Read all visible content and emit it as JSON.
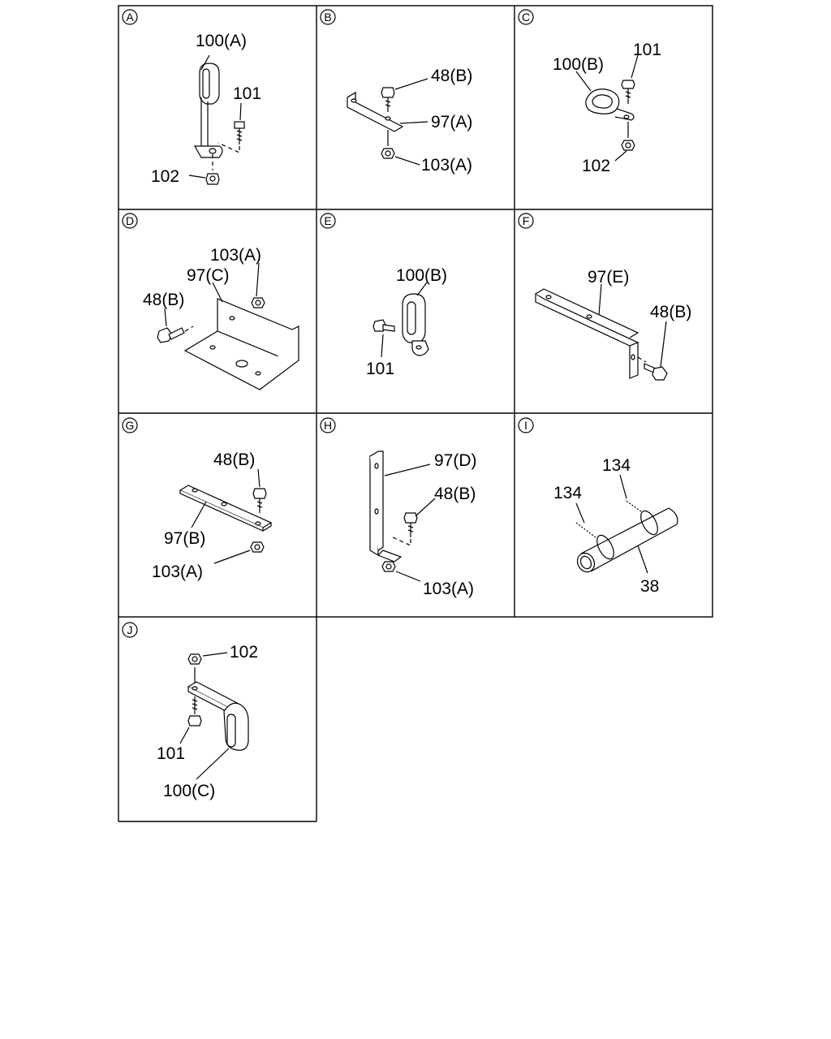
{
  "panels": [
    {
      "id": "A",
      "letter": "A",
      "labels": [
        "100(A)",
        "101",
        "102"
      ]
    },
    {
      "id": "B",
      "letter": "B",
      "labels": [
        "48(B)",
        "97(A)",
        "103(A)"
      ]
    },
    {
      "id": "C",
      "letter": "C",
      "labels": [
        "100(B)",
        "101",
        "102"
      ]
    },
    {
      "id": "D",
      "letter": "D",
      "labels": [
        "103(A)",
        "97(C)",
        "48(B)"
      ]
    },
    {
      "id": "E",
      "letter": "E",
      "labels": [
        "100(B)",
        "101"
      ]
    },
    {
      "id": "F",
      "letter": "F",
      "labels": [
        "97(E)",
        "48(B)"
      ]
    },
    {
      "id": "G",
      "letter": "G",
      "labels": [
        "48(B)",
        "97(B)",
        "103(A)"
      ]
    },
    {
      "id": "H",
      "letter": "H",
      "labels": [
        "97(D)",
        "48(B)",
        "103(A)"
      ]
    },
    {
      "id": "I",
      "letter": "I",
      "labels": [
        "134",
        "134",
        "38"
      ]
    },
    {
      "id": "J",
      "letter": "J",
      "labels": [
        "102",
        "101",
        "100(C)"
      ]
    }
  ]
}
